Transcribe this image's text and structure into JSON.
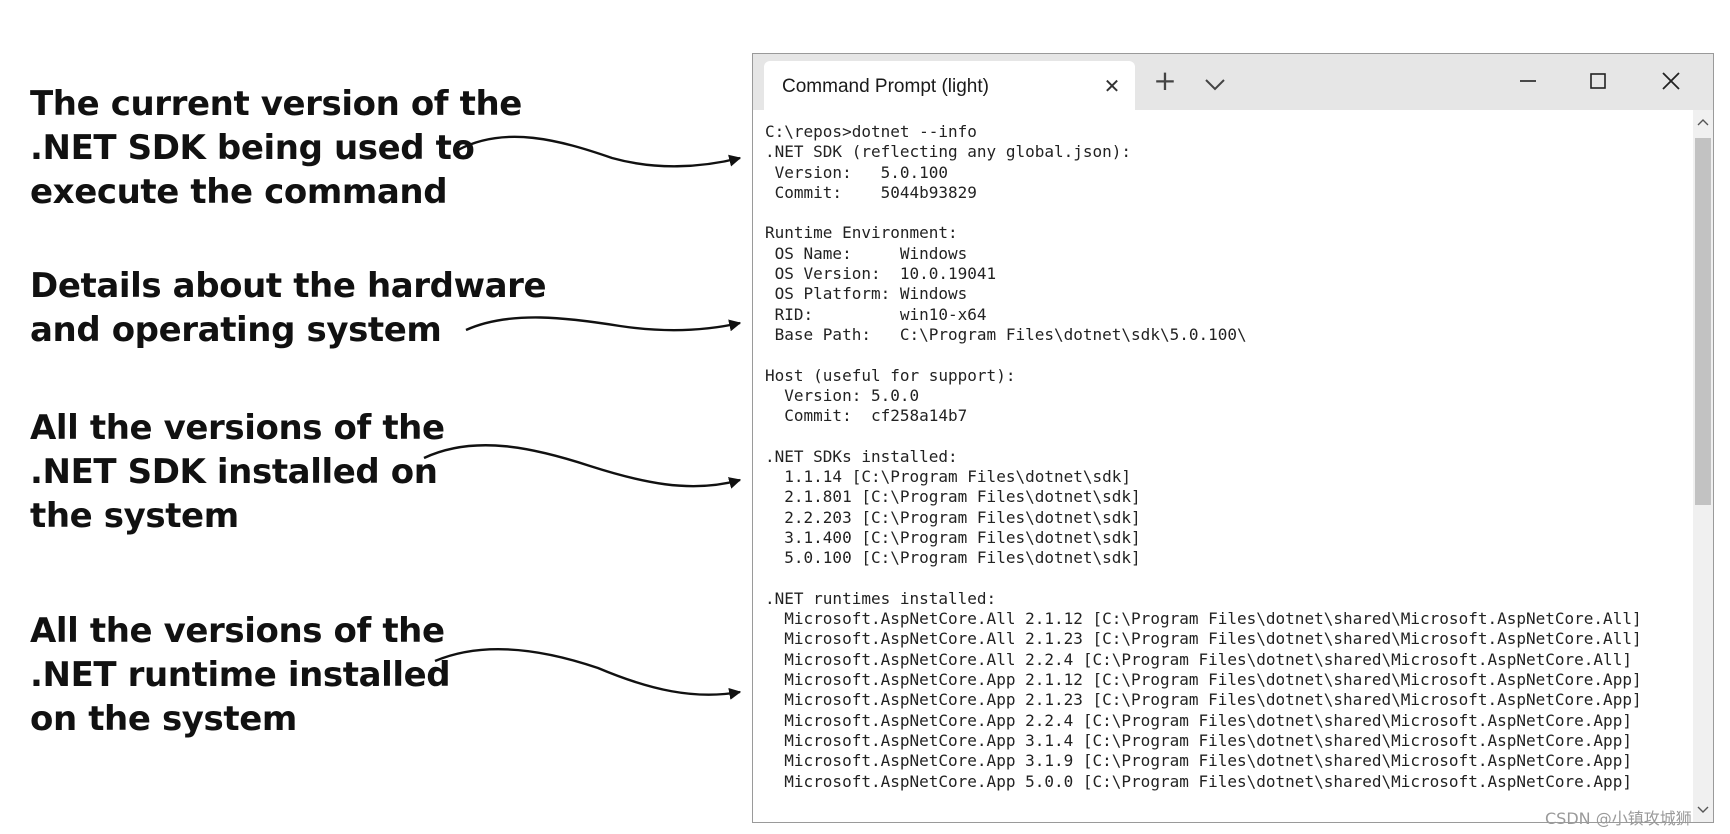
{
  "annotations": [
    {
      "lines": [
        "The current version of the",
        ".NET SDK being used to",
        "execute the command"
      ]
    },
    {
      "lines": [
        "Details about the hardware",
        "and operating system"
      ]
    },
    {
      "lines": [
        "All the versions of the",
        ".NET SDK installed on",
        "the system"
      ]
    },
    {
      "lines": [
        "All the versions of the",
        ".NET runtime installed",
        "on the system"
      ]
    }
  ],
  "window": {
    "tab_title": "Command Prompt (light)",
    "tab_close_glyph": "✕",
    "new_tab_glyph": "+",
    "icons": {
      "tab_close": "close-icon",
      "new_tab": "plus-icon",
      "dropdown": "chevron-down-icon",
      "minimize": "minimize-icon",
      "maximize": "maximize-icon",
      "close": "close-icon"
    }
  },
  "console": {
    "lines": [
      "C:\\repos>dotnet --info",
      ".NET SDK (reflecting any global.json):",
      " Version:   5.0.100",
      " Commit:    5044b93829",
      "",
      "Runtime Environment:",
      " OS Name:     Windows",
      " OS Version:  10.0.19041",
      " OS Platform: Windows",
      " RID:         win10-x64",
      " Base Path:   C:\\Program Files\\dotnet\\sdk\\5.0.100\\",
      "",
      "Host (useful for support):",
      "  Version: 5.0.0",
      "  Commit:  cf258a14b7",
      "",
      ".NET SDKs installed:",
      "  1.1.14 [C:\\Program Files\\dotnet\\sdk]",
      "  2.1.801 [C:\\Program Files\\dotnet\\sdk]",
      "  2.2.203 [C:\\Program Files\\dotnet\\sdk]",
      "  3.1.400 [C:\\Program Files\\dotnet\\sdk]",
      "  5.0.100 [C:\\Program Files\\dotnet\\sdk]",
      "",
      ".NET runtimes installed:",
      "  Microsoft.AspNetCore.All 2.1.12 [C:\\Program Files\\dotnet\\shared\\Microsoft.AspNetCore.All]",
      "  Microsoft.AspNetCore.All 2.1.23 [C:\\Program Files\\dotnet\\shared\\Microsoft.AspNetCore.All]",
      "  Microsoft.AspNetCore.All 2.2.4 [C:\\Program Files\\dotnet\\shared\\Microsoft.AspNetCore.All]",
      "  Microsoft.AspNetCore.App 2.1.12 [C:\\Program Files\\dotnet\\shared\\Microsoft.AspNetCore.App]",
      "  Microsoft.AspNetCore.App 2.1.23 [C:\\Program Files\\dotnet\\shared\\Microsoft.AspNetCore.App]",
      "  Microsoft.AspNetCore.App 2.2.4 [C:\\Program Files\\dotnet\\shared\\Microsoft.AspNetCore.App]",
      "  Microsoft.AspNetCore.App 3.1.4 [C:\\Program Files\\dotnet\\shared\\Microsoft.AspNetCore.App]",
      "  Microsoft.AspNetCore.App 3.1.9 [C:\\Program Files\\dotnet\\shared\\Microsoft.AspNetCore.App]",
      "  Microsoft.AspNetCore.App 5.0.0 [C:\\Program Files\\dotnet\\shared\\Microsoft.AspNetCore.App]"
    ]
  },
  "watermark": "CSDN @小镇攻城狮",
  "colors": {
    "titlebar": "#e6e6e6",
    "tab": "#ffffff",
    "console_bg": "#ffffff",
    "console_text": "#222222",
    "annotation_text": "#111111",
    "scroll_thumb": "#c2c2c2"
  }
}
